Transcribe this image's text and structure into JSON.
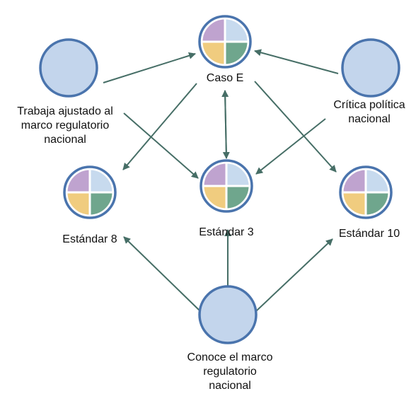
{
  "colors": {
    "node_fill": "#c3d5ec",
    "node_stroke": "#4a74ad",
    "edge": "#466e66",
    "quad_purple": "#bfa3cf",
    "quad_blue": "#c7daee",
    "quad_yellow": "#f0cc7f",
    "quad_green": "#6fa68d"
  },
  "nodes": {
    "caso_e": {
      "kind": "quad",
      "label": [
        "Caso E"
      ]
    },
    "trabaja": {
      "kind": "plain",
      "label": [
        "Trabaja ajustado al",
        "marco regulatorio",
        "nacional"
      ]
    },
    "critica": {
      "kind": "plain",
      "label": [
        "Crítica política",
        "nacional"
      ]
    },
    "estandar_8": {
      "kind": "quad",
      "label": [
        "Estándar 8"
      ]
    },
    "estandar_3": {
      "kind": "quad",
      "label": [
        "Estándar 3"
      ]
    },
    "estandar_10": {
      "kind": "quad",
      "label": [
        "Estándar 10"
      ]
    },
    "conoce": {
      "kind": "plain",
      "label": [
        "Conoce el marco",
        "regulatorio",
        "nacional"
      ]
    }
  },
  "edges": [
    {
      "from": "trabaja",
      "to": "caso_e"
    },
    {
      "from": "critica",
      "to": "caso_e"
    },
    {
      "from": "caso_e",
      "to": "estandar_8"
    },
    {
      "from": "caso_e",
      "to": "estandar_3"
    },
    {
      "from": "estandar_3",
      "to": "caso_e"
    },
    {
      "from": "caso_e",
      "to": "estandar_10"
    },
    {
      "from": "trabaja",
      "to": "estandar_3"
    },
    {
      "from": "critica",
      "to": "estandar_3"
    },
    {
      "from": "conoce",
      "to": "estandar_8"
    },
    {
      "from": "conoce",
      "to": "estandar_3"
    },
    {
      "from": "conoce",
      "to": "estandar_10"
    }
  ]
}
